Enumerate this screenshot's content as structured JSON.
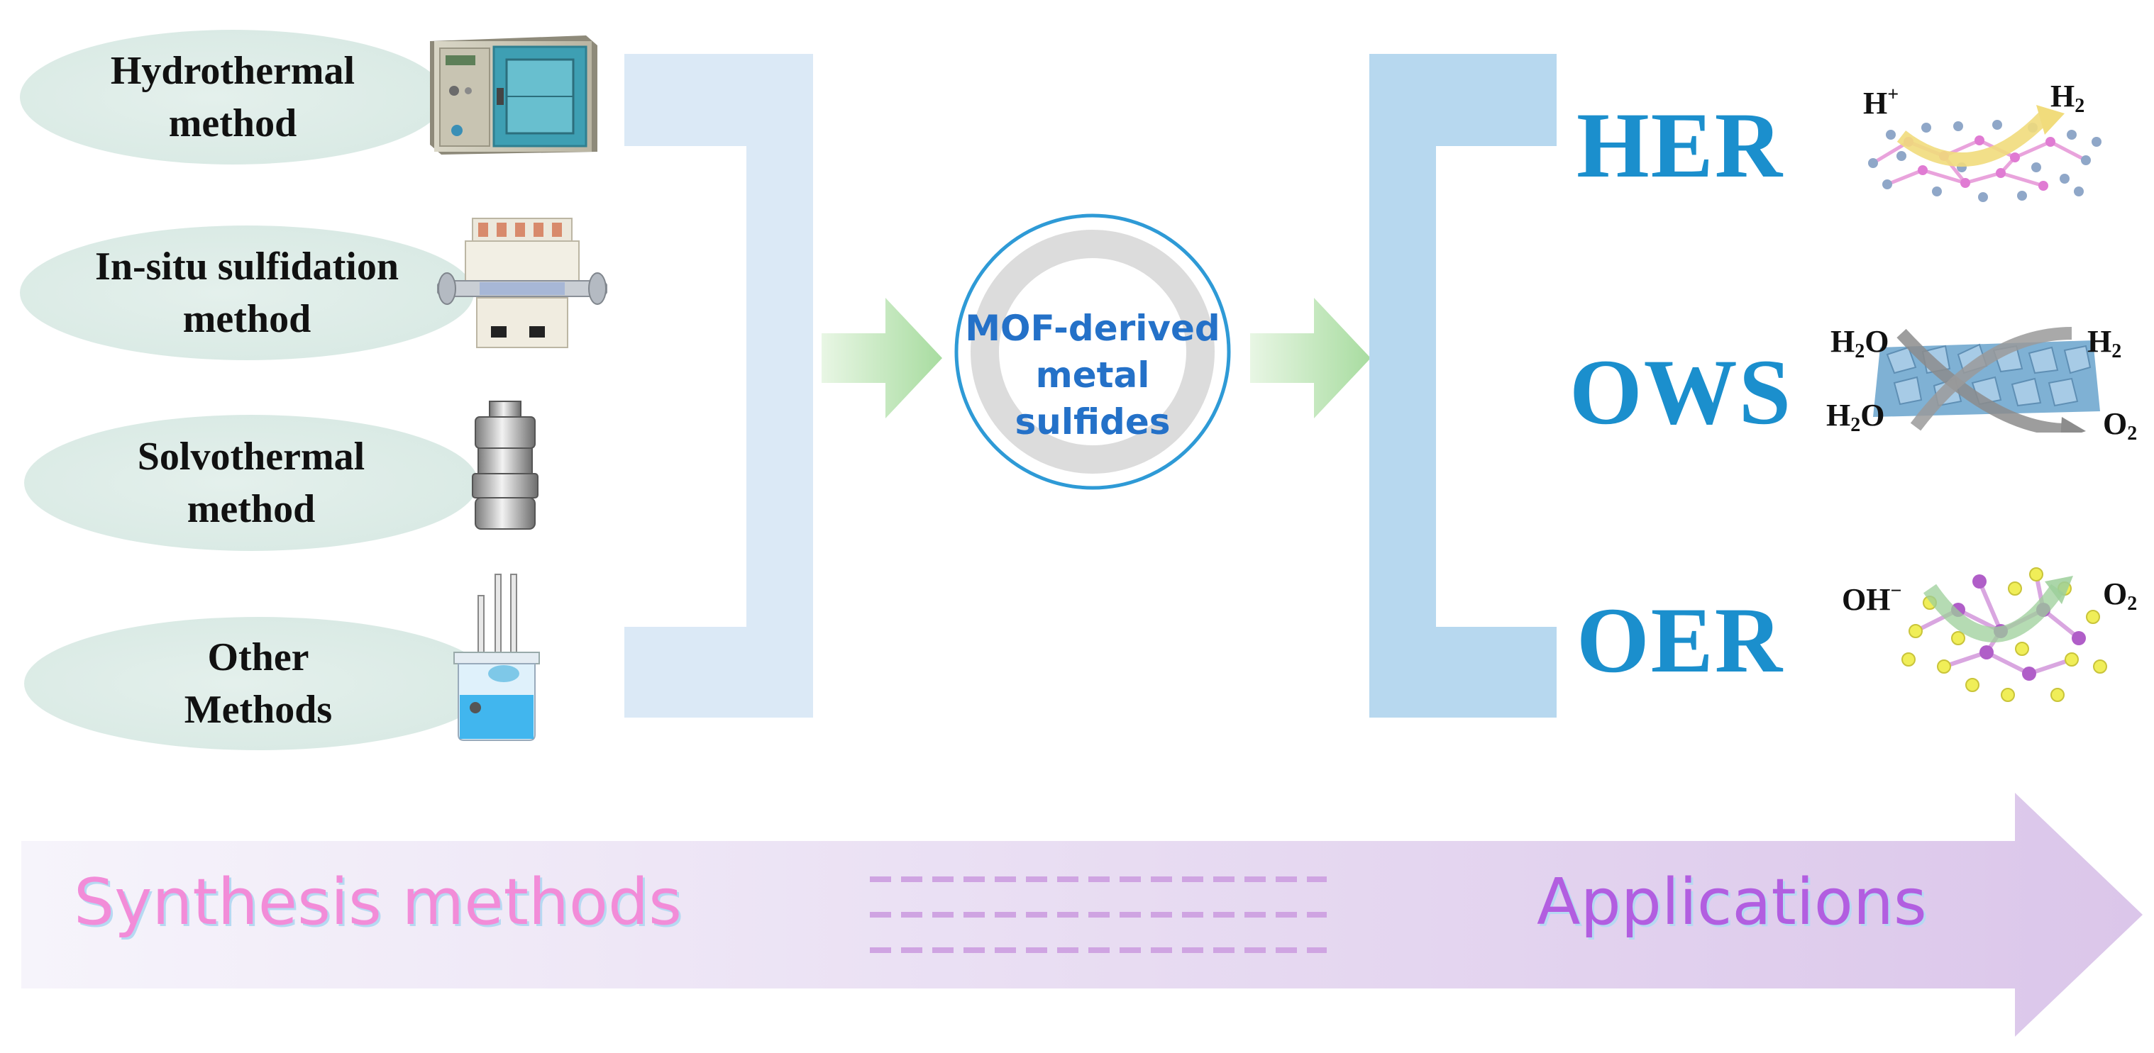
{
  "methods": [
    {
      "line1": "Hydrothermal",
      "line2": "method",
      "icon": "oven-icon"
    },
    {
      "line1": "In-situ sulfidation",
      "line2": "method",
      "icon": "tube-furnace-icon"
    },
    {
      "line1": "Solvothermal",
      "line2": "method",
      "icon": "autoclave-icon"
    },
    {
      "line1": "Other",
      "line2": "Methods",
      "icon": "electrochemical-cell-icon"
    }
  ],
  "center": {
    "line1": "MOF-derived",
    "line2": "metal sulfides"
  },
  "applications": [
    {
      "label": "HER",
      "icon": "molecular-structure-her-icon"
    },
    {
      "label": "OWS",
      "icon": "nanosheet-ows-icon"
    },
    {
      "label": "OER",
      "icon": "molecular-structure-oer-icon"
    }
  ],
  "reactions": {
    "her": {
      "in_sym": "H",
      "in_sup": "+",
      "out_sym": "H",
      "out_sub": "2"
    },
    "ows": {
      "in1_a": "H",
      "in1_sub": "2",
      "in1_b": "O",
      "out1_sym": "H",
      "out1_sub": "2",
      "in2_a": "H",
      "in2_sub": "2",
      "in2_b": "O",
      "out2_sym": "O",
      "out2_sub": "2"
    },
    "oer": {
      "in_sym": "OH",
      "in_sup": "−",
      "out_sym": "O",
      "out_sub": "2"
    }
  },
  "footer": {
    "left": "Synthesis methods",
    "right": "Applications"
  },
  "colors": {
    "bracket_light": "#dbe9f6",
    "bracket_dark": "#b7d8ef",
    "arrow_green": "#a8dca0",
    "app_blue": "#1b8fcd",
    "center_blue": "#2471c8",
    "footer_pink": "#f28cd8",
    "footer_purple": "#b25ee0"
  }
}
